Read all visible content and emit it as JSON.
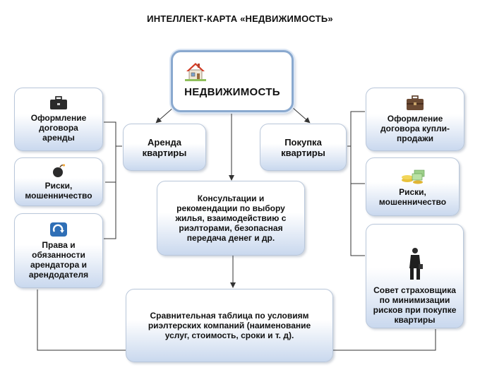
{
  "title": "ИНТЕЛЛЕКТ-КАРТА «НЕДВИЖИМОСТЬ»",
  "center": {
    "label": "НЕДВИЖИМОСТЬ",
    "icon": "house-icon"
  },
  "branches": {
    "rent": "Аренда квартиры",
    "purchase": "Покупка квартиры",
    "consult": "Консультации и рекомендации по выбору жилья, взаимодействию с риэлторами, безопасная передача денег и др.",
    "table": "Сравнительная таблица по условиям риэлтерских компаний (наименование услуг, стоимость, сроки и т. д)."
  },
  "left_items": [
    {
      "label": "Оформление договора аренды",
      "icon": "briefcase-icon"
    },
    {
      "label": "Риски, мошенничество",
      "icon": "bomb-icon"
    },
    {
      "label": "Права и обязанности арендатора и арендодателя",
      "icon": "refresh-arrow-icon"
    }
  ],
  "right_items": [
    {
      "label": "Оформление договора купли-продажи",
      "icon": "briefcase-icon"
    },
    {
      "label": "Риски, мошенничество",
      "icon": "coins-icon"
    },
    {
      "label": "Совет страховщика по минимизации рисков при покупке квартиры",
      "icon": "businessman-icon"
    }
  ],
  "colors": {
    "box_gradient_bottom": "#c9d8ee",
    "main_border": "#8aa9cf",
    "line": "#333333"
  }
}
